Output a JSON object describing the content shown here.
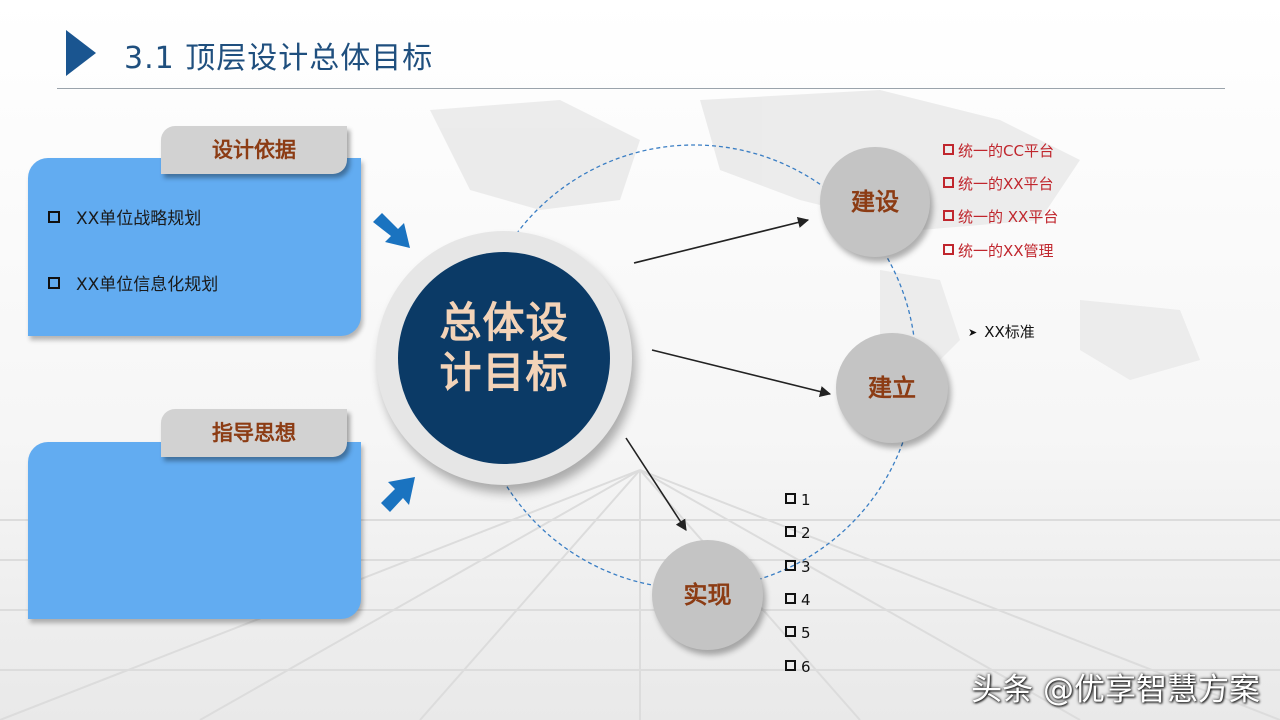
{
  "header": {
    "title": "3.1 顶层设计总体目标"
  },
  "basis_panel": {
    "tag": "设计依据",
    "items": [
      "XX单位战略规划",
      "XX单位信息化规划"
    ]
  },
  "guidance_panel": {
    "tag": "指导思想"
  },
  "center": {
    "line1": "总体设",
    "line2": "计目标"
  },
  "nodes": {
    "jianshe": "建设",
    "jianli": "建立",
    "shixian": "实现"
  },
  "jianshe_items": [
    "统一的CC平台",
    "统一的XX平台",
    "统一的 XX平台",
    "统一的XX管理"
  ],
  "jianli_items": [
    "XX标准"
  ],
  "shixian_items": [
    "1",
    "2",
    "3",
    "4",
    "5",
    "6"
  ],
  "watermark": "头条 @优享智慧方案",
  "colors": {
    "panel": "#62acf1",
    "tag": "#d2d2d2",
    "node_text": "#8c3c14",
    "center_fill": "#0b3a66",
    "center_text": "#f3d3b8",
    "bullet_red": "#c0262d",
    "accent_arrow": "#1a73c0"
  },
  "icons": {
    "header": "triangle-right-icon",
    "pointer": "diagonal-arrow-icon",
    "bullet": "hollow-square-icon",
    "arrow_bullet": "arrowhead-bullet-icon"
  }
}
